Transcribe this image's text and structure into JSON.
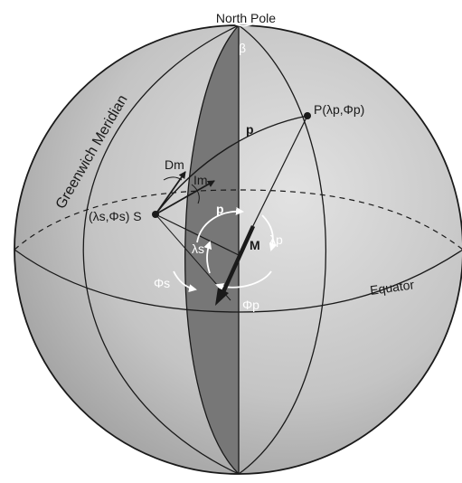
{
  "labels": {
    "north_pole": "North Pole",
    "beta": "β",
    "greenwich_meridian": "Greenwich Meridian",
    "pole_point": "P(λp,Φp)",
    "p_arc": "p",
    "p_inner": "p",
    "declination": "Dm",
    "inclination": "Im",
    "site_point": "(λs,Φs) S",
    "center": "M",
    "lambda_p": "λp",
    "lambda_s": "λs",
    "phi_s": "Φs",
    "phi_p": "Φp",
    "equator": "Equator"
  },
  "colors": {
    "sphere_light": "#dcdcdc",
    "sphere_mid": "#bdbdbd",
    "sphere_dark": "#8a8a8a",
    "greenwich_lune": "#6f6f6f",
    "line": "#1a1a1a",
    "inner_arrow": "#ffffff"
  }
}
